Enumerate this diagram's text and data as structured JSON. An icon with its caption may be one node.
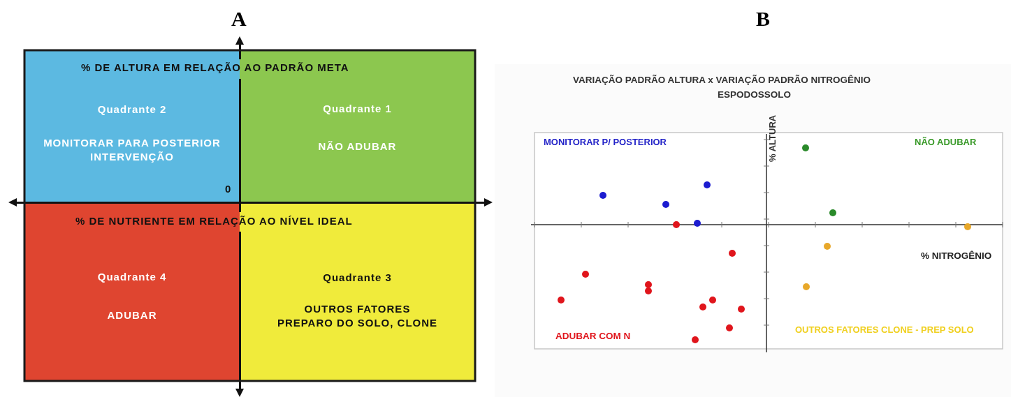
{
  "diagram": {
    "nodes": [
      {
        "text": [
          "Quadrante 2",
          "MONITORAR PARA POSTERIOR INTERVENÇÃO"
        ]
      },
      {
        "text": [
          "Quadrante 1",
          "NÃO ADUBAR"
        ]
      },
      {
        "text": [
          "Quadrante 4",
          "ADUBAR"
        ]
      },
      {
        "text": [
          "Quadrante 3",
          "OUTROS FATORES",
          "PREPARO DO SOLO, CLONE"
        ]
      }
    ],
    "labels": [
      "A",
      "B",
      "% DE ALTURA EM RELAÇÃO AO PADRÃO META",
      "0",
      "% DE NUTRIENTE EM RELAÇÃO AO NÍVEL IDEAL",
      "VARIAÇÃO PADRÃO ALTURA x VARIAÇÃO PADRÃO NITROGÊNIO",
      "ESPODOSSOLO",
      "MONITORAR P/ POSTERIOR",
      "NÃO ADUBAR",
      "% ALTURA",
      "% NITROGÊNIO",
      "ADUBAR COM N",
      "OUTROS FATORES CLONE - PREP SOLO"
    ]
  }
}
